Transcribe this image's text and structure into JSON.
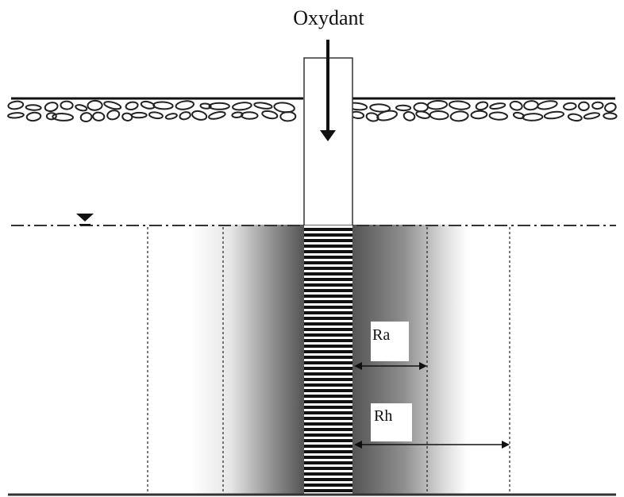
{
  "labels": {
    "oxidant": "Oxydant",
    "ra": "Ra",
    "rh": "Rh"
  },
  "colors": {
    "ink": "#111111",
    "plume_dark": "#555555",
    "plume_light": "#ffffff",
    "background": "#ffffff"
  }
}
